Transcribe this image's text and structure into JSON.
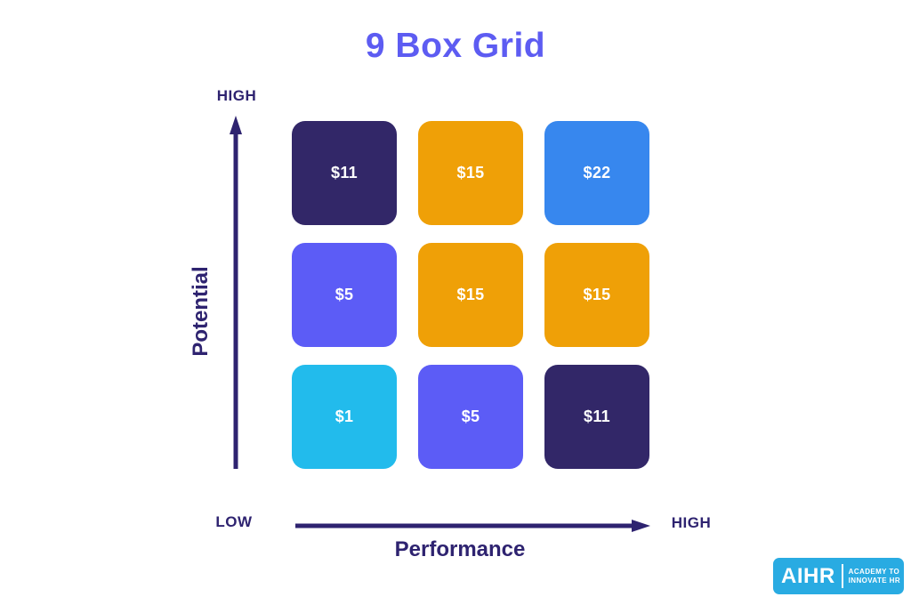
{
  "title": "9 Box Grid",
  "y_axis": {
    "label": "Potential",
    "top_label": "HIGH"
  },
  "x_axis": {
    "label": "Performance",
    "left_label": "LOW",
    "right_label": "HIGH"
  },
  "grid": {
    "cells": [
      {
        "label": "$11",
        "value": 11,
        "color": "#322768"
      },
      {
        "label": "$15",
        "value": 15,
        "color": "#EFA007"
      },
      {
        "label": "$22",
        "value": 22,
        "color": "#3787EE"
      },
      {
        "label": "$5",
        "value": 5,
        "color": "#5C5CF6"
      },
      {
        "label": "$15",
        "value": 15,
        "color": "#EFA007"
      },
      {
        "label": "$15",
        "value": 15,
        "color": "#EFA007"
      },
      {
        "label": "$1",
        "value": 1,
        "color": "#22BBEC"
      },
      {
        "label": "$5",
        "value": 5,
        "color": "#5C5CF6"
      },
      {
        "label": "$11",
        "value": 11,
        "color": "#322768"
      }
    ]
  },
  "logo": {
    "brand": "AIHR",
    "tagline_line1": "ACADEMY TO",
    "tagline_line2": "INNOVATE HR",
    "bg": "#29ABE2"
  },
  "colors": {
    "background": "#FFFFFF",
    "title": "#5D5CF2",
    "axis": "#2E2370",
    "dark_purple": "#322768",
    "orange": "#EFA007",
    "blue": "#3787EE",
    "periwinkle": "#5C5CF6",
    "cyan": "#22BBEC"
  },
  "chart_data": {
    "type": "heatmap",
    "title": "9 Box Grid",
    "xlabel": "Performance",
    "ylabel": "Potential",
    "x_axis_endpoints": [
      "LOW",
      "HIGH"
    ],
    "y_axis_endpoints": [
      "LOW",
      "HIGH"
    ],
    "rows_top_to_bottom": [
      [
        "$11",
        "$15",
        "$22"
      ],
      [
        "$5",
        "$15",
        "$15"
      ],
      [
        "$1",
        "$5",
        "$11"
      ]
    ],
    "values_top_to_bottom": [
      [
        11,
        15,
        22
      ],
      [
        5,
        15,
        15
      ],
      [
        1,
        5,
        11
      ]
    ],
    "cell_colors_top_to_bottom": [
      [
        "#322768",
        "#EFA007",
        "#3787EE"
      ],
      [
        "#5C5CF6",
        "#EFA007",
        "#EFA007"
      ],
      [
        "#22BBEC",
        "#5C5CF6",
        "#322768"
      ]
    ]
  }
}
